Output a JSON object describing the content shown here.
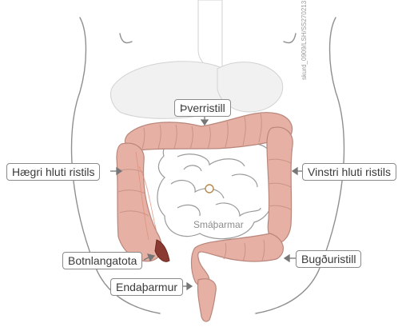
{
  "credit": "skurd_0909/LSH/SS270213",
  "labels": {
    "transverse": "Þverristill",
    "right": "Hægri hluti ristils",
    "left": "Vinstri hluti ristils",
    "appendix": "Botnlangatota",
    "sigmoid": "Bugðuristill",
    "rectum": "Endaþarmur",
    "small_intestine": "Smáþarmar"
  },
  "colors": {
    "colon_fill": "#e6b0a4",
    "colon_stroke": "#b9867b",
    "appendix": "#8a3a30",
    "outline": "#8f8f8f",
    "faint": "#c9c9c9"
  }
}
